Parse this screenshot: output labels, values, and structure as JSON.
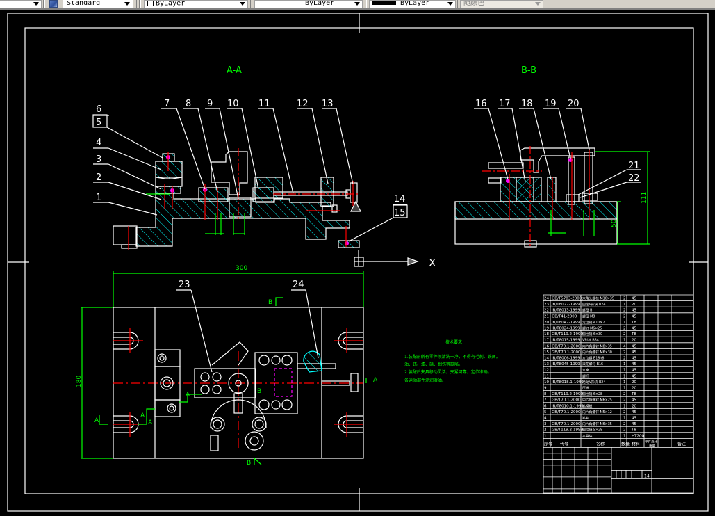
{
  "toolbar": {
    "text_style": {
      "value": "Standard"
    },
    "layer_combo": {
      "value": "ByLayer"
    },
    "linetype_combo": {
      "value": "ByLayer"
    },
    "lineweight_combo": {
      "value": "ByLayer"
    },
    "plotstyle_combo": {
      "value": "随颜色"
    }
  },
  "drawing": {
    "colors": {
      "background": "#000000",
      "lines": "#ffffff",
      "hatch": "#00ffff",
      "center": "#ff0000",
      "dimension": "#00ff00",
      "hidden": "#ff00ff"
    },
    "section_titles": {
      "aa": "A-A",
      "bb": "B-B"
    },
    "balloons_aa": [
      "1",
      "2",
      "3",
      "4",
      "5",
      "6",
      "7",
      "8",
      "9",
      "10",
      "11",
      "12",
      "13",
      "14",
      "15"
    ],
    "balloons_bb": [
      "16",
      "17",
      "18",
      "19",
      "20",
      "21",
      "22"
    ],
    "balloons_plan": [
      "23",
      "24"
    ],
    "dimensions": {
      "plan_width": "300",
      "plan_height": "180",
      "bb_height_total": "111",
      "bb_height_base": "50"
    },
    "section_marks": {
      "a": "A",
      "b": "B"
    },
    "ucs_axis_label": "X",
    "notes_title": "技术要求",
    "notes": [
      "1.装配前所有零件须清洗干净，不得有毛刺、铁屑。",
      "油、锈、漆、磕、划伤等缺陷。",
      "2.装配后夹具移动灵活，夹紧可靠，定位准确。",
      "各运动部件涂润滑油。"
    ]
  },
  "bom": {
    "rows": [
      {
        "no": "24",
        "std": "GB/T5783-2000",
        "name": "六角头螺栓 M10×35",
        "qty": "2",
        "mat": "45"
      },
      {
        "no": "23",
        "std": "JB/T8022-1999",
        "name": "固定V形块 B24",
        "qty": "1",
        "mat": "20"
      },
      {
        "no": "22",
        "std": "JB/T8013-1999",
        "name": "螺母 B",
        "qty": "2",
        "mat": "45"
      },
      {
        "no": "21",
        "std": "GB/T41-2000",
        "name": "螺母 M8",
        "qty": "2",
        "mat": "45"
      },
      {
        "no": "20",
        "std": "JB/T8042-1999",
        "name": "定位销 A10×7",
        "qty": "1",
        "mat": "T8"
      },
      {
        "no": "19",
        "std": "JB/T8024-1999",
        "name": "螺钉 M6×25",
        "qty": "2",
        "mat": "45"
      },
      {
        "no": "18",
        "std": "GB/T119.2-1999",
        "name": "圆柱销 6×30",
        "qty": "2",
        "mat": "T8"
      },
      {
        "no": "17",
        "std": "JB/T8015-1999",
        "name": "V形块 B34",
        "qty": "1",
        "mat": "20"
      },
      {
        "no": "16",
        "std": "GB/T70.1-2000",
        "name": "内六角螺钉 M8×35",
        "qty": "4",
        "mat": "45"
      },
      {
        "no": "15",
        "std": "GB/T70.1-2000",
        "name": "内六角螺钉 M6×30",
        "qty": "2",
        "mat": "45"
      },
      {
        "no": "14",
        "std": "JB/T8006-1999",
        "name": "定位键 B18h8",
        "qty": "2",
        "mat": "45"
      },
      {
        "no": "13",
        "std": "JB/T8045-1999",
        "name": "滚花螺钉 B16",
        "qty": "1",
        "mat": "45"
      },
      {
        "no": "12",
        "std": "",
        "name": "支座",
        "qty": "1",
        "mat": "45"
      },
      {
        "no": "11",
        "std": "",
        "name": "螺杆",
        "qty": "1",
        "mat": "45"
      },
      {
        "no": "10",
        "std": "JB/T8018.1-1999",
        "name": "活动V形块 B24",
        "qty": "1",
        "mat": "20"
      },
      {
        "no": "9",
        "std": "",
        "name": "压板",
        "qty": "1",
        "mat": "20"
      },
      {
        "no": "8",
        "std": "GB/T119.2-1999",
        "name": "圆柱销 6×28",
        "qty": "2",
        "mat": "T8"
      },
      {
        "no": "7",
        "std": "GB/T70.1-2000",
        "name": "内六角螺钉 M6×25",
        "qty": "2",
        "mat": "45"
      },
      {
        "no": "6",
        "std": "JB/T8010.1-1999",
        "name": "钻模板",
        "qty": "1",
        "mat": "20"
      },
      {
        "no": "5",
        "std": "GB/T70.1-2000",
        "name": "内六角螺钉 M5×12",
        "qty": "2",
        "mat": "45"
      },
      {
        "no": "4",
        "std": "",
        "name": "钻套",
        "qty": "1",
        "mat": "45"
      },
      {
        "no": "3",
        "std": "GB/T70.1-2000",
        "name": "内六角螺钉 M6×35",
        "qty": "2",
        "mat": "45"
      },
      {
        "no": "2",
        "std": "GB/T119.2-1999",
        "name": "圆柱销 5×28",
        "qty": "2",
        "mat": "T8"
      },
      {
        "no": "1",
        "std": "",
        "name": "夹具体",
        "qty": "1",
        "mat": "HT200"
      }
    ],
    "header": {
      "no": "序号",
      "std": "代号",
      "name": "名称",
      "qty": "数量",
      "mat": "材料",
      "weight_single": "单件",
      "weight_total": "总计",
      "weight": "重量",
      "remark": "备注"
    },
    "title_block": {
      "sheet_count": "14"
    }
  }
}
